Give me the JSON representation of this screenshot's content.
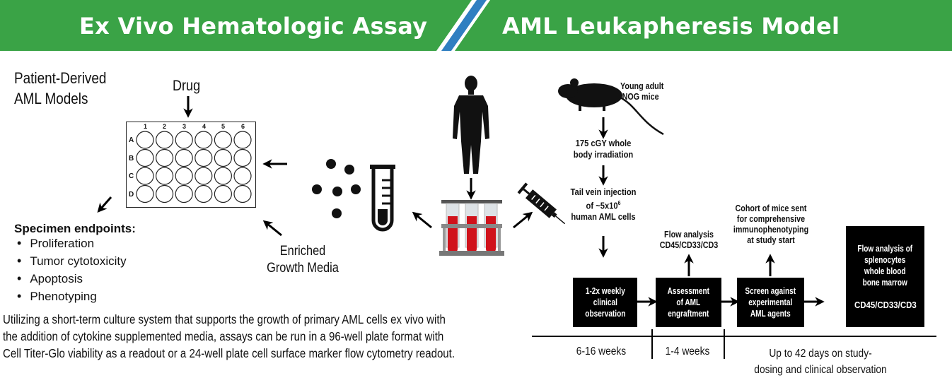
{
  "header": {
    "left_title": "Ex Vivo Hematologic Assay",
    "right_title": "AML Leukapheresis Model Overview",
    "colors": {
      "green": "#3aa346",
      "blue": "#2f7fc1",
      "white": "#ffffff"
    }
  },
  "left": {
    "section_title_line1": "Patient-Derived",
    "section_title_line2": "AML Models",
    "drug_label": "Drug",
    "plate_columns": [
      "1",
      "2",
      "3",
      "4",
      "5",
      "6"
    ],
    "plate_rows": [
      "A",
      "B",
      "C",
      "D"
    ],
    "endpoints_title": "Specimen endpoints:",
    "endpoints": [
      "Proliferation",
      "Tumor cytotoxicity",
      "Apoptosis",
      "Phenotyping"
    ],
    "media_label_line1": "Enriched",
    "media_label_line2": "Growth Media",
    "description": [
      "Utilizing a short-term culture system that supports the growth of primary AML cells ex vivo with",
      "the addition of cytokine supplemented media, assays can be run in a 96-well plate format with",
      "Cell Titer-Glo viability as a readout or a 24-well plate cell surface marker flow cytometry readout."
    ]
  },
  "right": {
    "mice_line1": "Young adult",
    "mice_line2": "NOG mice",
    "irradiation": [
      "175 cGY whole",
      "body irradiation"
    ],
    "injection": [
      "Tail vein injection",
      "of ~5x10",
      "human AML cells"
    ],
    "injection_exponent": "6",
    "boxes": [
      [
        "1-2x weekly",
        "clinical",
        "observation"
      ],
      [
        "Assessment",
        "of AML",
        "engraftment"
      ],
      [
        "Screen against",
        "experimental",
        "AML agents"
      ],
      [
        "Flow analysis of",
        "splenocytes",
        "whole blood",
        "bone marrow"
      ]
    ],
    "final_box_markers": "CD45/CD33/CD3",
    "flow_note": [
      "Flow analysis",
      "CD45/CD33/CD3"
    ],
    "cohort_note": [
      "Cohort of mice sent",
      "for comprehensive",
      "immunophenotyping",
      "at study start"
    ],
    "timeline": [
      "6-16 weeks",
      "1-4 weeks"
    ],
    "timeline_last": [
      "Up to 42 days on study-",
      "dosing and clinical observation"
    ]
  }
}
